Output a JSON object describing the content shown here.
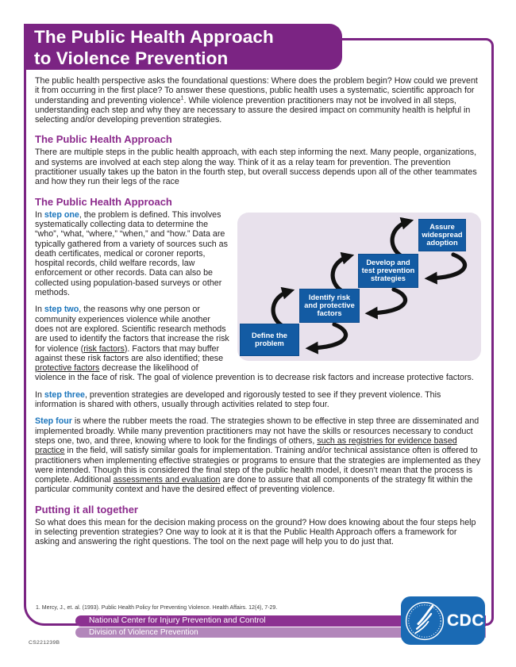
{
  "page": {
    "title_line1": "The Public Health Approach",
    "title_line2": "to Violence Prevention"
  },
  "intro": {
    "s0": "The public health perspective asks the foundational questions: Where does the problem begin?  How could we prevent it from occurring in the first place?  To answer these questions, public health uses a systematic, scientific approach for understanding and preventing violence",
    "sup": "1",
    "s1": ".  While violence prevention practitioners may not be involved in all steps, understanding each step and why they are necessary to assure the desired impact on community health is helpful in selecting and/or developing prevention strategies."
  },
  "section1": {
    "heading": "The Public Health Approach",
    "body": "There are multiple steps in the public health approach, with each step informing the next.  Many people, organizations, and systems are involved at each step along the way.  Think of it as a relay team for prevention.  The prevention practitioner usually takes up the baton in the fourth step, but overall success depends upon all of the other teammates and how they run their legs of the race"
  },
  "section2": {
    "heading": "The Public Health Approach",
    "p1": {
      "s0": "In ",
      "step": "step one",
      "s1": ", the problem is defined.  This involves systematically collecting data to determine the “who”, “what, “where,” “when,” and “how.”  Data are typically gathered from a variety of sources such as death certificates, medical or coroner reports, hospital records, child welfare records, law enforcement or other records.  Data can also be collected using population-based surveys or other methods."
    },
    "p2": {
      "s0": "In ",
      "step": "step two",
      "s1": ", the reasons why one person or community experiences violence while another does not are explored.  Scientific research methods are used to identify the factors that increase the risk for violence (",
      "u1": "risk factors",
      "s2": ").  Factors that may buffer against these risk factors are also identified; these ",
      "u2": "protective factors",
      "s3": "  decrease the likelihood of violence in the face of risk.  The goal of violence prevention is to decrease risk factors and increase protective factors."
    },
    "p3": {
      "s0": "In ",
      "step": "step three",
      "s1": ", prevention strategies are developed and rigorously tested to see if they prevent violence.  This information is shared with others, usually through activities related to step four."
    },
    "p4": {
      "step": "Step four",
      "s1": " is where the rubber meets the road.  The strategies shown to be effective in step three are disseminated and implemented broadly.  While many prevention practitioners may not have the skills or resources necessary to conduct steps one, two, and three, knowing where to look for the findings of others, ",
      "u1": "such as registries for evidence based practice",
      "s2": " in the field, will satisfy similar goals for implementation.  Training and/or technical assistance often is offered to practitioners when implementing effective strategies or programs to ensure that the strategies are implemented as they were intended.  Though this is considered the final step of the public health model, it doesn’t mean that the process is complete.  Additional ",
      "u2": "assessments and evaluation",
      "s3": " are done to assure that all components of the strategy fit within the particular community context and have the desired effect of preventing violence."
    }
  },
  "diagram": {
    "steps": [
      {
        "label": "Define the\nproblem"
      },
      {
        "label": "Identify risk\nand protective\nfactors"
      },
      {
        "label": "Develop and\ntest prevention\nstrategies"
      },
      {
        "label": "Assure\nwidespread\nadoption"
      }
    ]
  },
  "section3": {
    "heading": "Putting it all together",
    "body": "So what does this mean for the decision making process on the ground?  How does knowing about the four steps help in selecting prevention strategies?  One way to look at it is that the Public Health Approach offers a framework for asking and answering the right questions.  The tool on the next page will help you to do just that."
  },
  "footnote": "1.   Mercy, J., et. al. (1993).  Public Health Policy for Preventing Violence.  Health Affairs.  12(4), 7-29.",
  "footer": {
    "bar1": "National Center for Injury Prevention and Control",
    "bar2": "Division of Violence Prevention",
    "logo_text": "CDC",
    "code": "CS221239B"
  },
  "colors": {
    "banner_purple": "#7b2483",
    "heading_purple": "#8c2b8d",
    "step_blue": "#1b75bc",
    "diagram_box_blue": "#135ba3",
    "diagram_panel": "#e8e1ec",
    "footer_bar1": "#8c3191",
    "footer_bar2": "#b286ba",
    "cdc_logo_blue": "#1a6ab4"
  }
}
